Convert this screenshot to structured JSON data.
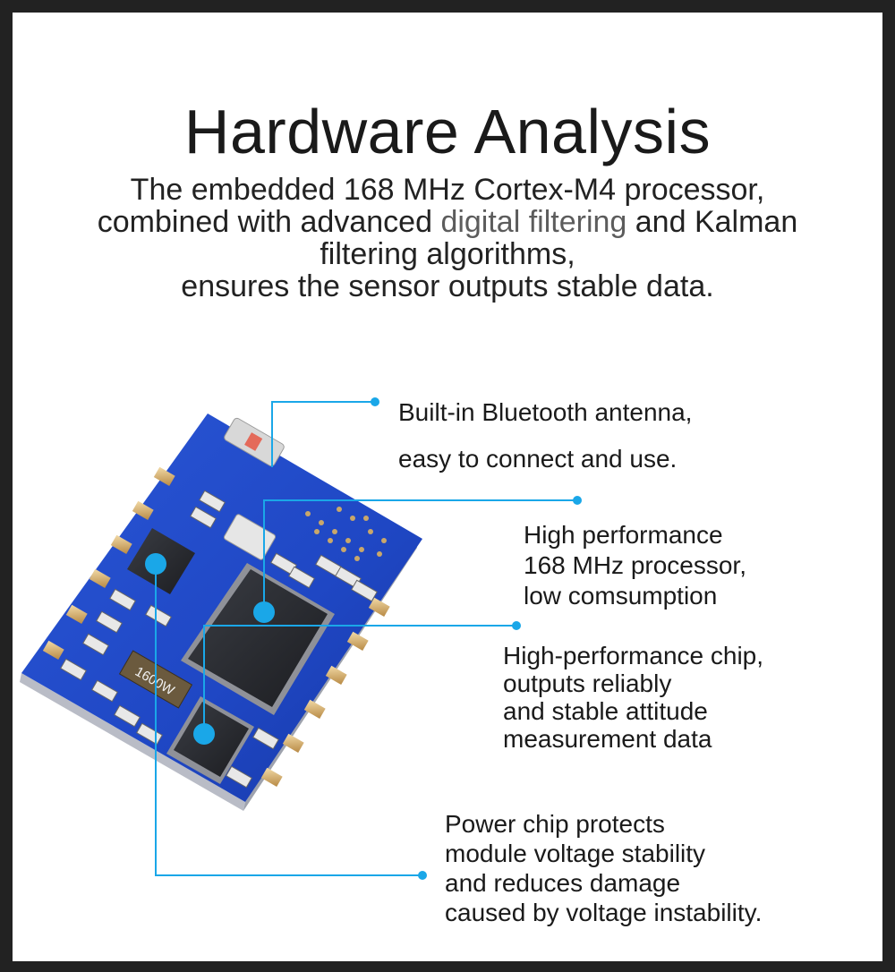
{
  "title": "Hardware Analysis",
  "subtitle": {
    "line1": "The embedded 168 MHz Cortex-M4 processor,",
    "line2_a": "combined with advanced ",
    "line2_highlight": "digital filtering",
    "line2_b": " and Kalman",
    "line3": "filtering algorithms,",
    "line4": "ensures the sensor outputs stable data."
  },
  "callouts": {
    "antenna": [
      "Built-in Bluetooth antenna,",
      "easy to connect and use."
    ],
    "processor": [
      "High performance",
      "168 MHz processor,",
      "low comsumption"
    ],
    "chip": [
      "High-performance chip,",
      "outputs reliably",
      "and stable attitude",
      "measurement data"
    ],
    "power": [
      "Power chip protects",
      "module voltage stability",
      "and reduces damage",
      "caused by voltage instability."
    ]
  },
  "board": {
    "crystal_label": "1600W"
  },
  "colors": {
    "pcb_blue": "#1f47c4",
    "leader_line": "#1aa7e8",
    "chip_black": "#222428",
    "frame": "#222222"
  }
}
